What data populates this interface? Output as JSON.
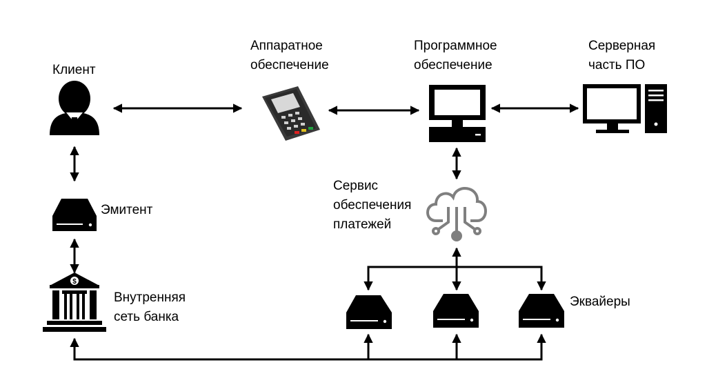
{
  "labels": {
    "client": "Клиент",
    "hardware_line1": "Аппаратное",
    "hardware_line2": "обеспечение",
    "software_line1": "Программное",
    "software_line2": "обеспечение",
    "server_line1": "Серверная",
    "server_line2": "часть ПО",
    "payment_line1": "Сервис",
    "payment_line2": "обеспечения",
    "payment_line3": "платежей",
    "issuer": "Эмитент",
    "bank_line1": "Внутренняя",
    "bank_line2": "сеть банка",
    "acquirers": "Эквайеры",
    "bank_sign": "$"
  },
  "icons": {
    "client": "person-icon",
    "hardware": "payment-terminal-icon",
    "software": "desktop-computer-icon",
    "server": "desktop-tower-icon",
    "payment": "cloud-network-icon",
    "issuer": "server-drive-icon",
    "bank": "bank-building-icon",
    "acquirer": "server-drive-icon"
  },
  "colors": {
    "ink": "#000000",
    "cloud": "#7f7f7f",
    "terminal_body": "#3a3a3a",
    "terminal_screen": "#d8d8d8"
  }
}
